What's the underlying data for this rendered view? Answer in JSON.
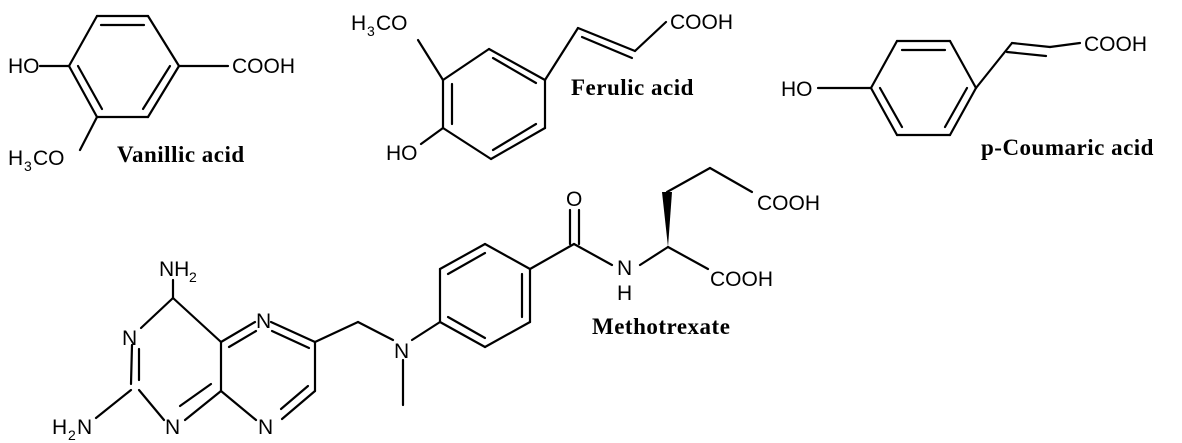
{
  "compounds": {
    "vanillic": {
      "name": "Vanillic acid",
      "labels": {
        "ho": "HO",
        "cooh": "COOH",
        "h3c_h": "H",
        "h3c_3": "3",
        "h3c_co": "CO"
      }
    },
    "ferulic": {
      "name": "Ferulic acid",
      "labels": {
        "h3c_h": "H",
        "h3c_3": "3",
        "h3c_co": "CO",
        "cooh": "COOH",
        "ho": "HO"
      }
    },
    "coumaric": {
      "name": "p-Coumaric acid",
      "labels": {
        "ho": "HO",
        "cooh": "COOH"
      }
    },
    "methotrexate": {
      "name": "Methotrexate",
      "labels": {
        "nh2_top_nh": "NH",
        "nh2_top_2": "2",
        "h2n_h": "H",
        "h2n_2": "2",
        "h2n_n": "N",
        "n1": "N",
        "n3": "N",
        "n5": "N",
        "n8": "N",
        "n_amine": "N",
        "o": "O",
        "amide_n": "N",
        "amide_h": "H",
        "cooh_alpha": "COOH",
        "cooh_side": "COOH"
      }
    }
  },
  "colors": {
    "ink": "#000000",
    "background": "#ffffff"
  }
}
